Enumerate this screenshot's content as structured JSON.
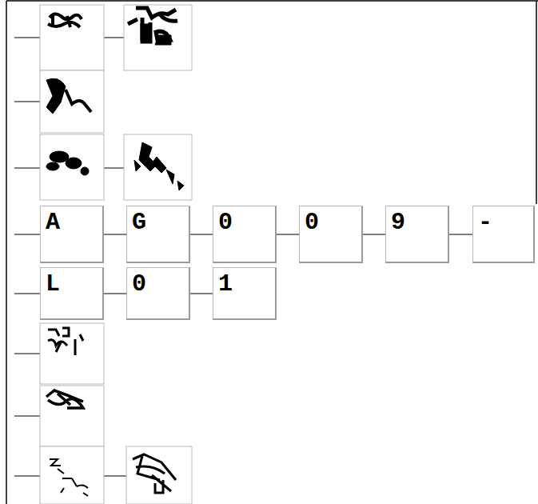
{
  "diagram": {
    "nodes": [
      {
        "text": [
          "A"
        ]
      },
      {
        "text": [
          "G"
        ]
      },
      {
        "text": [
          "0"
        ]
      },
      {
        "text": [
          "0"
        ]
      },
      {
        "text": [
          "9"
        ]
      },
      {
        "text": [
          "-"
        ]
      },
      {
        "text": [
          "L"
        ]
      },
      {
        "text": [
          "0"
        ]
      },
      {
        "text": [
          "1"
        ]
      }
    ],
    "edges": [
      {
        "from": 0,
        "to": 1,
        "arrow": "none"
      },
      {
        "from": 1,
        "to": 2,
        "arrow": "none"
      },
      {
        "from": 2,
        "to": 3,
        "arrow": "none"
      },
      {
        "from": 3,
        "to": 4,
        "arrow": "none"
      },
      {
        "from": 4,
        "to": 5,
        "arrow": "none"
      },
      {
        "from": 6,
        "to": 7,
        "arrow": "none"
      },
      {
        "from": 7,
        "to": 8,
        "arrow": "none"
      }
    ]
  }
}
